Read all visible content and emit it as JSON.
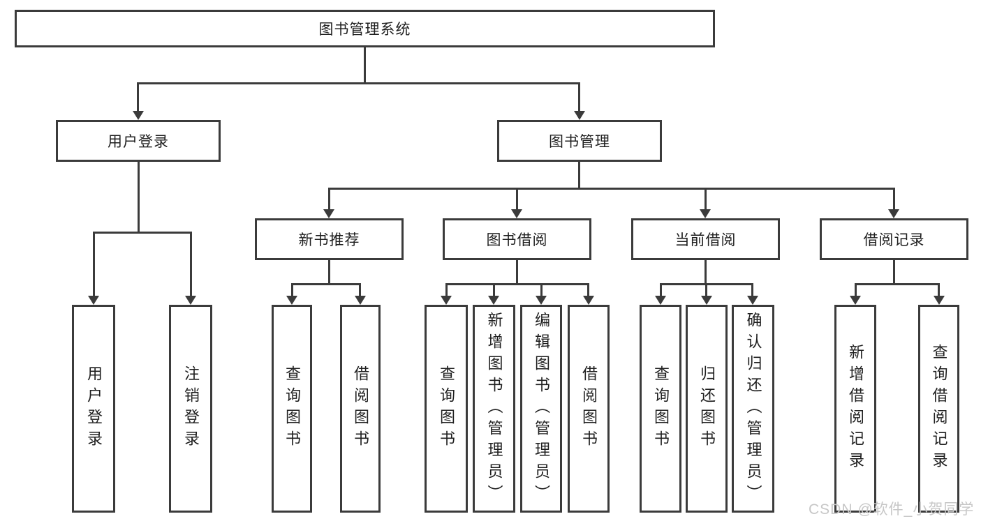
{
  "colors": {
    "line": "#3b3b3b",
    "text": "#1f1f1f",
    "watermark": "#c7c7c7",
    "background": "#ffffff"
  },
  "watermark": "CSDN @软件_小贺同学",
  "tree": {
    "root": "图书管理系统",
    "children": [
      {
        "label": "用户登录",
        "children": [
          "用户登录",
          "注销登录"
        ]
      },
      {
        "label": "图书管理",
        "children": [
          {
            "label": "新书推荐",
            "children": [
              "查询图书",
              "借阅图书"
            ]
          },
          {
            "label": "图书借阅",
            "children": [
              "查询图书",
              "新增图书（管理员）",
              "编辑图书（管理员）",
              "借阅图书"
            ]
          },
          {
            "label": "当前借阅",
            "children": [
              "查询图书",
              "归还图书",
              "确认归还（管理员）"
            ]
          },
          {
            "label": "借阅记录",
            "children": [
              "新增借阅记录",
              "查询借阅记录"
            ]
          }
        ]
      }
    ]
  }
}
